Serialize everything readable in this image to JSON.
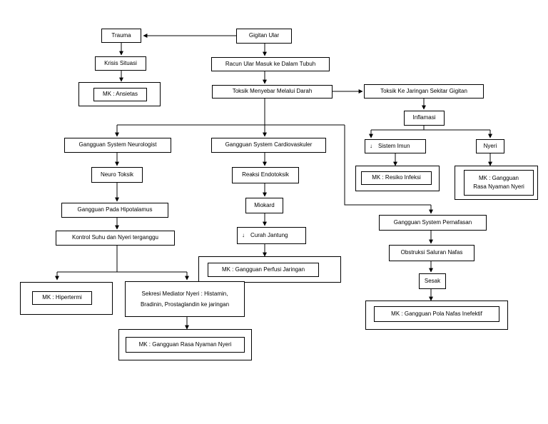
{
  "colors": {
    "line": "#000000",
    "background": "#ffffff"
  },
  "nodes": {
    "gigitan_ular": "Gigitan Ular",
    "trauma": "Trauma",
    "krisis_situasi": "Krisis Situasi",
    "mk_ansietas": "MK : Ansietas",
    "racun_ular": "Racun Ular Masuk ke Dalam Tubuh",
    "toksik_menyebar": "Toksik Menyebar Melalui Darah",
    "toksik_jaringan": "Toksik Ke Jaringan Sekitar Gigitan",
    "inflamasi": "Inflamasi",
    "sistem_imun": "Sistem Imun",
    "sistem_imun_prefix": "↓",
    "nyeri": "Nyeri",
    "mk_resiko_infeksi": "MK : Resiko Infeksi",
    "mk_nyaman_line1": "MK : Gangguan",
    "mk_nyaman_line2": "Rasa Nyaman Nyeri",
    "neurologist": "Gangguan System Neurologist",
    "neuro_toksik": "Neuro Toksik",
    "hipotalamus": "Gangguan Pada Hipotalamus",
    "kontrol_suhu": "Kontrol Suhu dan Nyeri terganggu",
    "mk_hipertermi": "MK : Hipertermi",
    "sekresi_line1": "Sekresi Mediator Nyeri : Histamin,",
    "sekresi_line2": "Bradinin, Prostaglandin ke jaringan",
    "mk_rasa_nyaman_nyeri": "MK : Gangguan Rasa Nyaman Nyeri",
    "cardiovaskuler": "Gangguan System Cardiovaskuler",
    "reaksi_endotoksik": "Reaksi Endotoksik",
    "miokard": "Miokard",
    "curah_jantung": "Curah Jantung",
    "curah_jantung_prefix": "↓",
    "mk_perfusi": "MK : Gangguan Perfusi Jaringan",
    "pernafasan": "Gangguan System Pernafasan",
    "obstruksi": "Obstruksi Saluran Nafas",
    "sesak": "Sesak",
    "mk_pola_nafas": "MK : Gangguan Pola Nafas Inefektif"
  }
}
